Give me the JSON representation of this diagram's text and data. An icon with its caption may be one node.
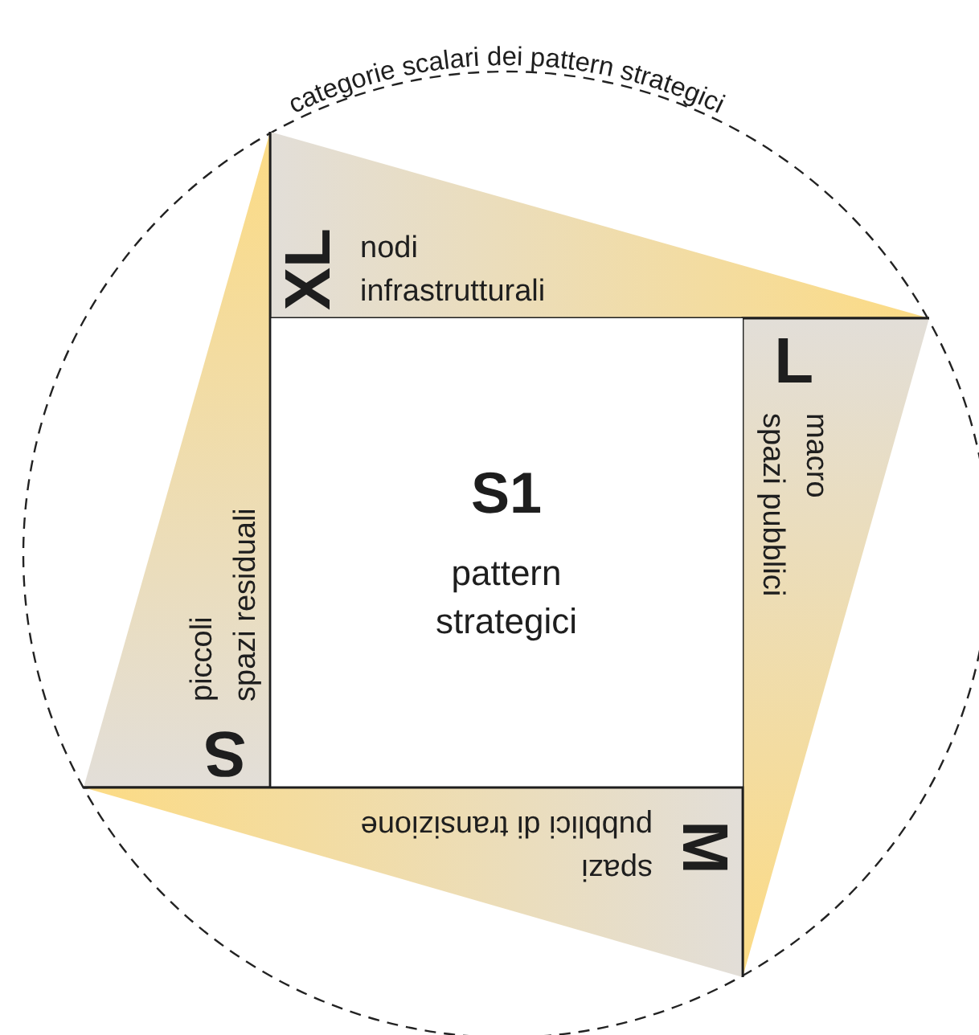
{
  "diagram": {
    "nodes": [
      {
        "text": [
          "categorie scalari dei pattern strategici"
        ]
      },
      {
        "text": [
          "XL",
          "nodi",
          "infrastrutturali"
        ],
        "in": 0
      },
      {
        "text": [
          "L",
          "macro",
          "spazi pubblici"
        ],
        "in": 0
      },
      {
        "text": [
          "S1",
          "pattern strategici"
        ],
        "in": 0
      },
      {
        "text": [
          "S",
          "piccoli",
          "spazi residuali"
        ],
        "in": 0
      },
      {
        "text": [
          "M",
          "spazi",
          "pubblici di transizione"
        ],
        "in": 0
      }
    ]
  }
}
